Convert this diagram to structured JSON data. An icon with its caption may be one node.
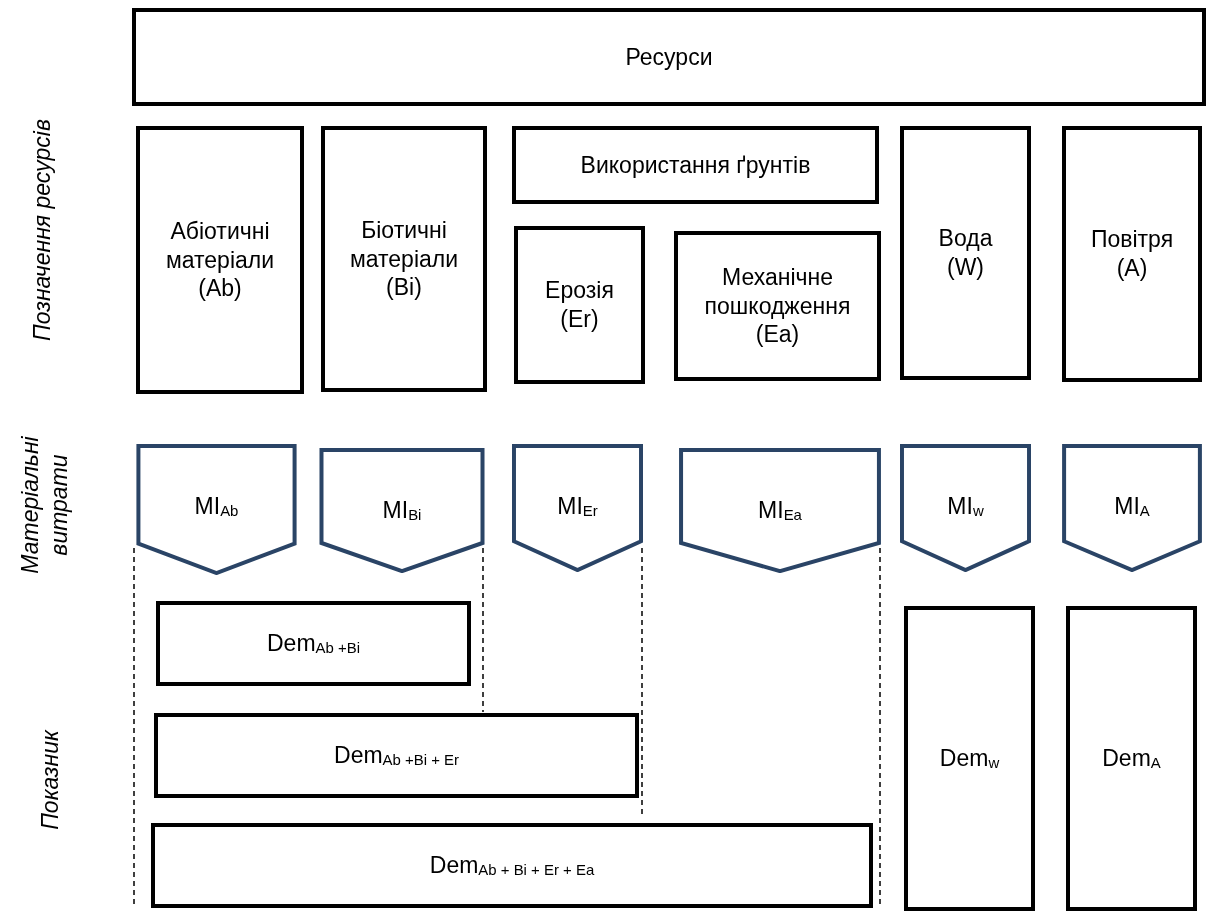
{
  "diagram": {
    "nodes": [
      {
        "text": [
          "Ресурси"
        ]
      },
      {
        "text": [
          "Абіотичні матеріали (Ab)"
        ]
      },
      {
        "text": [
          "Біотичні матеріали (Bi)"
        ]
      },
      {
        "text": [
          "Використання ґрунтів"
        ]
      },
      {
        "text": [
          "Ерозія (Er)"
        ]
      },
      {
        "text": [
          "Механічне пошкодження (Ea)"
        ]
      },
      {
        "text": [
          "Вода (W)"
        ]
      },
      {
        "text": [
          "Повітря (A)"
        ]
      },
      {
        "text": [
          "MI$_{Ab}$"
        ]
      },
      {
        "text": [
          "MI$_{Bi}$"
        ]
      },
      {
        "text": [
          "MI$_{Er}$"
        ]
      },
      {
        "text": [
          "MI$_{Ea}$"
        ]
      },
      {
        "text": [
          "MI$_{w}$"
        ]
      },
      {
        "text": [
          "MI$_{A}$"
        ]
      },
      {
        "text": [
          "Dem$_{Ab +Bi}$"
        ]
      },
      {
        "text": [
          "Dem$_{Ab +Bi + Er}$"
        ]
      },
      {
        "text": [
          "Dem$_{Ab + Bi + Er + Ea}$"
        ]
      },
      {
        "text": [
          "Dem$_{w}$"
        ]
      },
      {
        "text": [
          "Dem$_{A}$"
        ]
      }
    ],
    "edges": [],
    "labels": [
      "Позначення ресурсів",
      "Матеріальні витрати",
      "Показник"
    ]
  }
}
